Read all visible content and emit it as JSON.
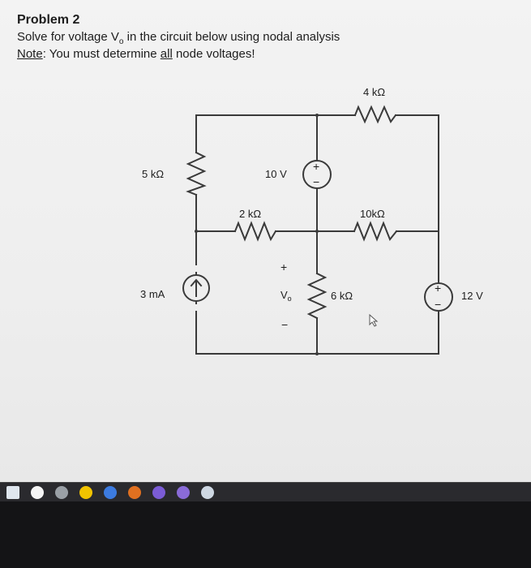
{
  "problem": {
    "title": "Problem 2",
    "line1_a": "Solve for voltage ",
    "line1_v": "V",
    "line1_sub": "o",
    "line1_b": " in the circuit below using nodal analysis",
    "note_label": "Note",
    "note_a": ": You must determine ",
    "note_all": "all",
    "note_b": " node voltages!"
  },
  "circuit": {
    "r_top": "4 kΩ",
    "r_left": "5 kΩ",
    "v_source_mid": "10 V",
    "r_mid_left": "2 kΩ",
    "r_mid_right": "10kΩ",
    "i_source": "3 mA",
    "vo_label": "V",
    "vo_sub": "o",
    "vo_plus": "+",
    "vo_minus": "−",
    "r_six": "6 kΩ",
    "v_source_right": "12 V",
    "src_plus": "+",
    "src_minus": "−"
  },
  "taskbar": {
    "icons": [
      "windows-icon",
      "search-icon",
      "files-icon",
      "edge-icon",
      "chrome-icon",
      "store-icon",
      "photos-icon",
      "settings-icon",
      "app-icon"
    ],
    "colors": [
      "#dfe6ee",
      "#f5f5f5",
      "#9aa0a6",
      "#f2c400",
      "#3c7be0",
      "#e07020",
      "#7b5cd6",
      "#8a6bd8",
      "#cfd8e3"
    ]
  }
}
